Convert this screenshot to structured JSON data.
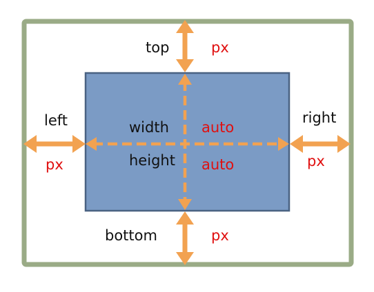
{
  "labels": {
    "top": "top",
    "top_value": "px",
    "left": "left",
    "left_value": "px",
    "right": "right",
    "right_value": "px",
    "bottom": "bottom",
    "bottom_value": "px",
    "width": "width",
    "width_value": "auto",
    "height": "height",
    "height_value": "auto"
  },
  "colors": {
    "outer_border": "#9aab86",
    "box_fill": "#7b9bc5",
    "box_border": "#4a6282",
    "arrow": "#f2a251",
    "value_text": "#e01010",
    "label_text": "#111111"
  }
}
